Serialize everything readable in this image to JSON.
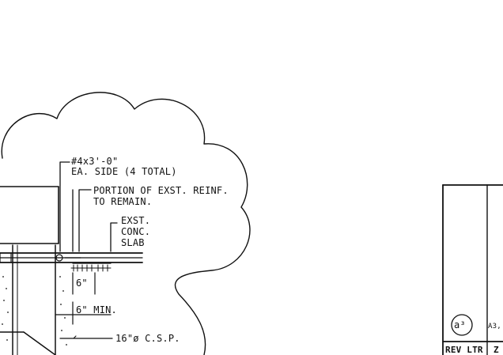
{
  "callouts": {
    "rebar_line1": "#4x3'-0\"",
    "rebar_line2": "EA. SIDE (4 TOTAL)",
    "portion_line1": "PORTION OF EXST. REINF.",
    "portion_line2": "TO REMAIN.",
    "slab_line1": "EXST.",
    "slab_line2": "CONC.",
    "slab_line3": "SLAB",
    "dim_6": "6\"",
    "min_6": "6\" MIN.",
    "pipe": "16\"ø C.S.P."
  },
  "title_block": {
    "revision_symbol": "a³",
    "sheet_ref": "A3,",
    "rev_header": "REV LTR",
    "col_char": "Z"
  }
}
